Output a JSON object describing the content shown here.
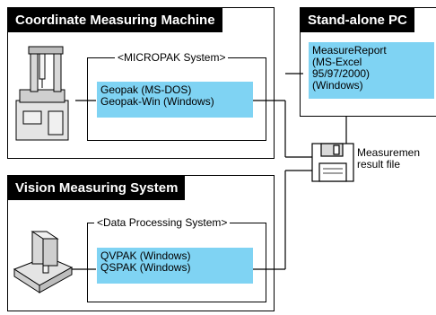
{
  "cmm": {
    "title": "Coordinate Measuring Machine",
    "system_label": "<MICROPAK System>",
    "software": [
      "Geopak (MS-DOS)",
      "Geopak-Win (Windows)"
    ]
  },
  "vision": {
    "title": "Vision Measuring System",
    "system_label": "<Data Processing System>",
    "software": [
      "QVPAK (Windows)",
      "QSPAK (Windows)"
    ]
  },
  "pc": {
    "title": "Stand-alone PC",
    "software": [
      "MeasureReport",
      "(MS-Excel",
      "95/97/2000)",
      "(Windows)"
    ]
  },
  "file": {
    "label_lines": [
      "Measuremen",
      "result file"
    ]
  },
  "colors": {
    "software_box": "#7fd3f3",
    "title_bar": "#000000"
  }
}
